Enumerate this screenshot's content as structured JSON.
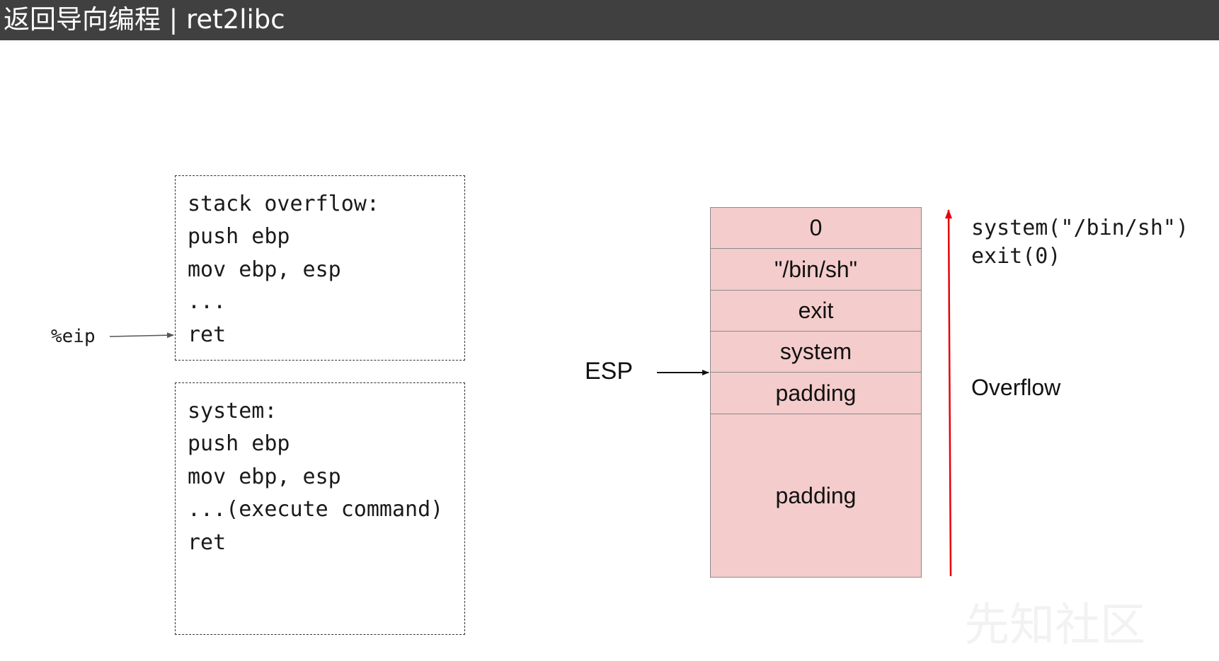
{
  "header": {
    "title": "返回导向编程 | ret2libc"
  },
  "code_boxes": {
    "caller": {
      "lines": [
        "stack overflow:",
        "push ebp",
        "mov ebp, esp",
        "...",
        "ret"
      ]
    },
    "system": {
      "lines": [
        "system:",
        "push ebp",
        "mov ebp, esp",
        "...(execute command)",
        "ret"
      ]
    }
  },
  "eip": {
    "label": "%eip"
  },
  "stack": {
    "cells": [
      "0",
      "\"/bin/sh\"",
      "exit",
      "system",
      "padding",
      "padding"
    ]
  },
  "esp": {
    "label": "ESP"
  },
  "overflow": {
    "label": "Overflow",
    "arrow_color": "#e8000b"
  },
  "syscall_note": {
    "lines": [
      "system(\"/bin/sh\")",
      "exit(0)"
    ]
  },
  "watermark": {
    "text": "先知社区"
  },
  "colors": {
    "title_bar": "#404040",
    "stack_fill": "#f4cccc",
    "overflow_arrow": "#e8000b"
  }
}
